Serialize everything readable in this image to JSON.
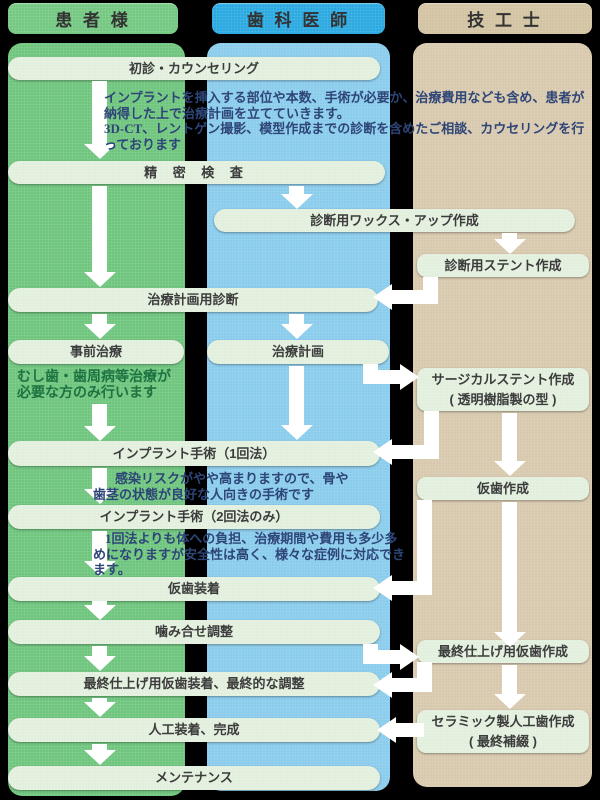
{
  "palette": {
    "background": "#000000",
    "patient_header": "#74c882",
    "patient_column": "#6fc57e",
    "dentist_header": "#2ba9e1",
    "dentist_column": "#8accec",
    "technician_header": "#d2c3a2",
    "technician_column": "#d8c9ae",
    "step_box": "#e1efdc",
    "step_text": "#3c3c3c",
    "note_blue_text": "#2e4577",
    "note_green_text": "#1d7340",
    "arrow": "#ffffff"
  },
  "columns": {
    "patient": {
      "header": "患 者 様"
    },
    "dentist": {
      "header": "歯 科 医 師"
    },
    "technician": {
      "header": "技 工 士"
    }
  },
  "steps": {
    "shoshin_counseling": "初診・カウンセリング",
    "seimitsu_kensa": "精 密 検 査",
    "wax_up": "診断用ワックス・アップ作成",
    "stent": "診断用ステント作成",
    "keikaku_shindan": "治療計画用診断",
    "jizen_chiryou": "事前治療",
    "chiryou_keikaku": "治療計画",
    "surgical_stent": "サージカルステント作成\n( 透明樹脂製の型 )",
    "implant_1": "インプラント手術（1回法）",
    "kariba_sakusei": "仮歯作成",
    "implant_2": "インプラント手術（2回法のみ）",
    "kariba_souchaku": "仮歯装着",
    "kamiawase_chousei": "噛み合せ調整",
    "final_kariba_sakusei": "最終仕上げ用仮歯作成",
    "final_kariba_souchaku": "最終仕上げ用仮歯装着、最終的な調整",
    "ceramic": "セラミック製人工歯作成\n( 最終補綴 )",
    "jinkou_souchaku": "人工装着、完成",
    "maintenance": "メンテナンス"
  },
  "notes": {
    "counseling": "インプラントを挿入する部位や本数、手術が必要か、治療費用なども含め、患者が納得した上で治療計画を立てていきます。\n3D-CT、レントゲン撮影、模型作成までの診断を含めたご相談、カウセリングを行っております",
    "jizen": "むし歯・歯周病等治療が\n必要な方のみ行います",
    "implant1": "感染リスクがやや高まりますので、骨や歯茎の状態が良好な人向きの手術です",
    "implant2": "1回法よりも体への負担、治療期間や費用も多少多めになりますが安全性は高く、様々な症例に対応できます。"
  }
}
